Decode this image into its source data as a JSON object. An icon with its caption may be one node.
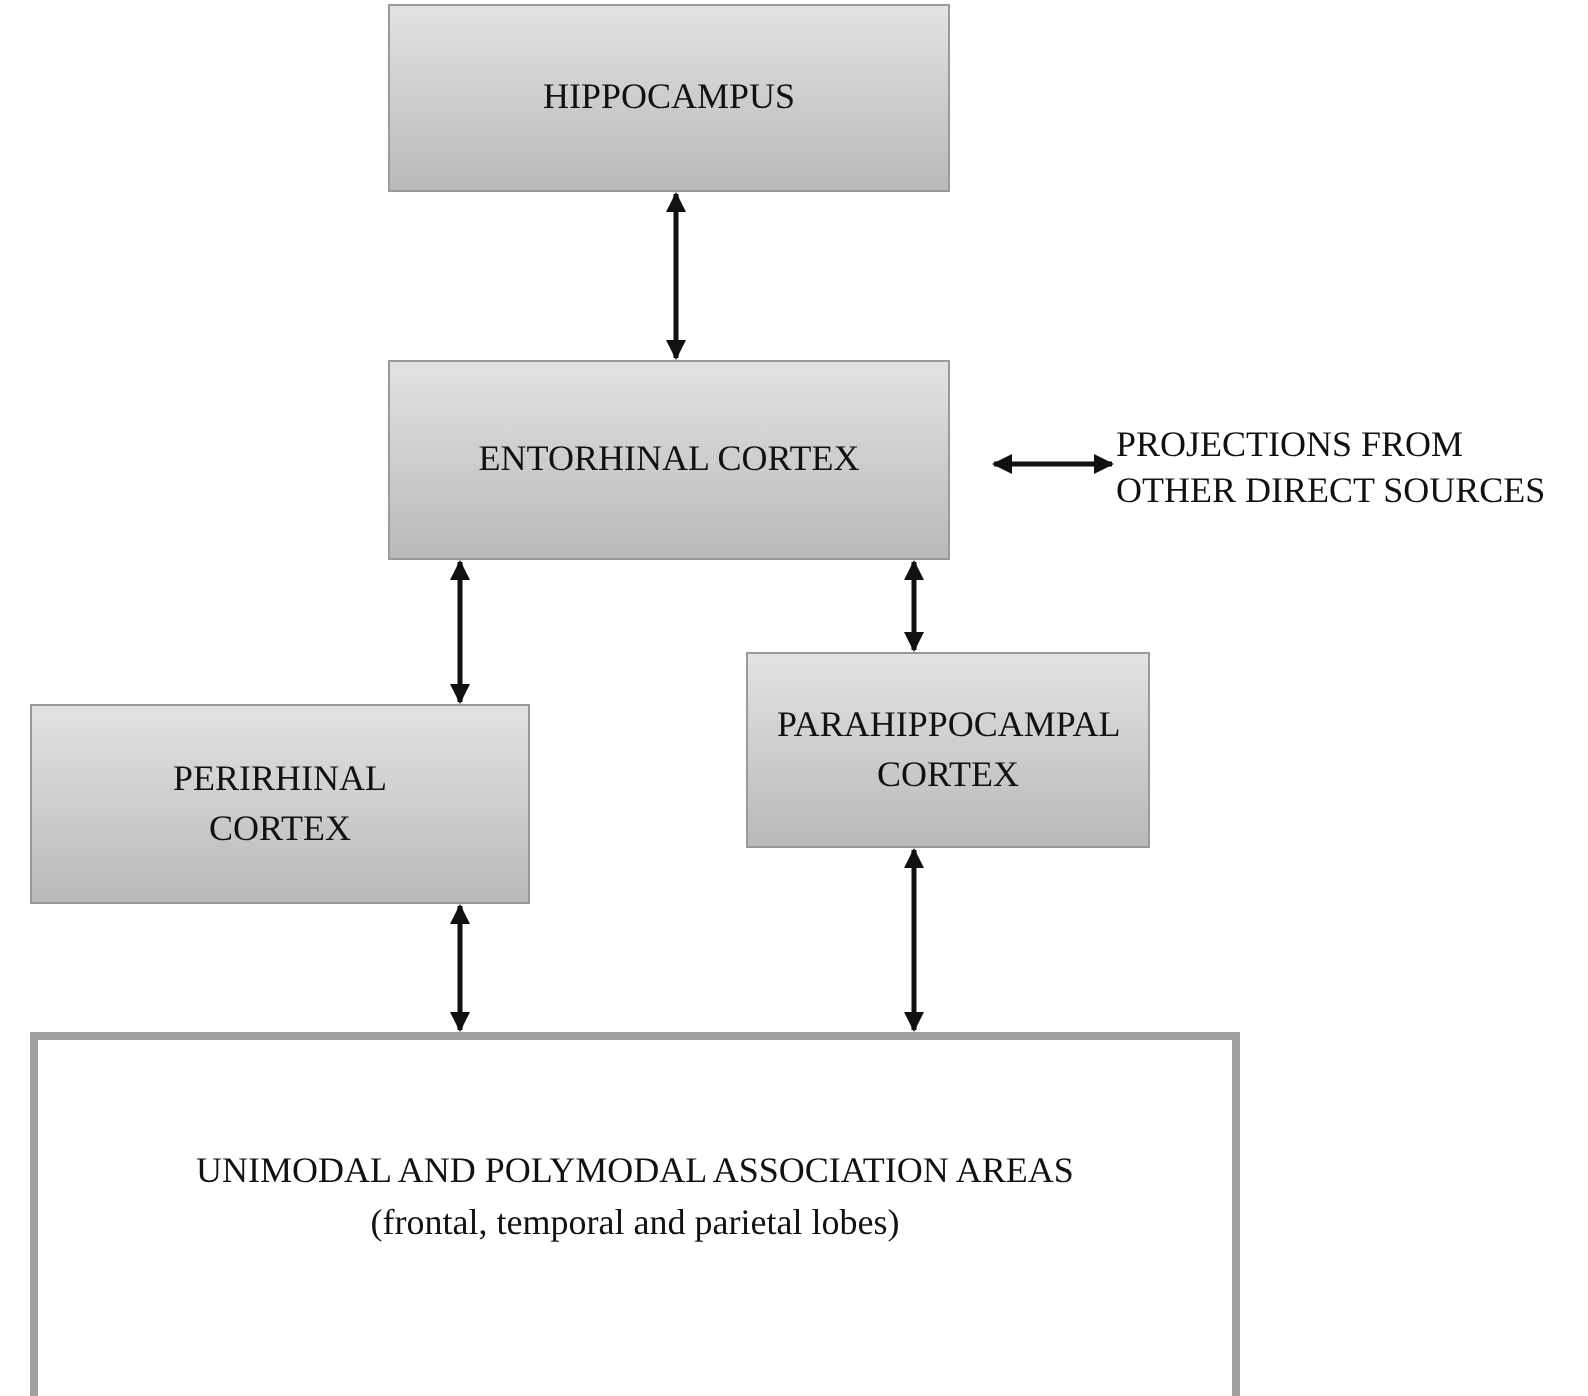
{
  "diagram": {
    "nodes": [
      {
        "text": [
          "HIPPOCAMPUS"
        ]
      },
      {
        "text": [
          "ENTORHINAL CORTEX"
        ]
      },
      {
        "text": [
          "PROJECTIONS FROM OTHER DIRECT SOURCES"
        ]
      },
      {
        "text": [
          "PERIRHINAL CORTEX"
        ]
      },
      {
        "text": [
          "PARAHIPPOCAMPAL CORTEX"
        ]
      },
      {
        "text": [
          "UNIMODAL AND POLYMODAL ASSOCIATION AREAS",
          "(frontal, temporal and parietal lobes)"
        ]
      }
    ],
    "edges": [
      {
        "from": 0,
        "to": 1,
        "arrow": "both"
      },
      {
        "from": 1,
        "to": 2,
        "arrow": "both"
      },
      {
        "from": 1,
        "to": 3,
        "arrow": "both"
      },
      {
        "from": 1,
        "to": 4,
        "arrow": "both"
      },
      {
        "from": 3,
        "to": 5,
        "arrow": "both"
      },
      {
        "from": 4,
        "to": 5,
        "arrow": "both"
      }
    ]
  }
}
